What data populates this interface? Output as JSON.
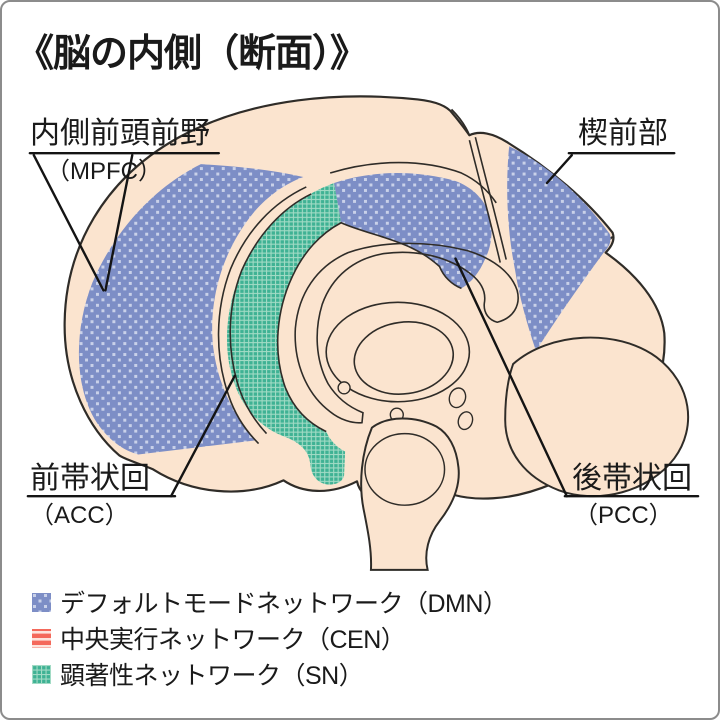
{
  "title": "《脳の内側（断面）》",
  "diagram": {
    "description": "medial view of brain (sagittal cross-section) with highlighted networks",
    "region_labels": [
      {
        "id": "mpfc",
        "name": "内側前頭前野",
        "abbr": "（MPFC）",
        "network": "DMN"
      },
      {
        "id": "precuneus",
        "name": "楔前部",
        "abbr": "",
        "network": "DMN"
      },
      {
        "id": "acc",
        "name": "前帯状回",
        "abbr": "（ACC）",
        "network": "SN"
      },
      {
        "id": "pcc",
        "name": "後帯状回",
        "abbr": "（PCC）",
        "network": "DMN"
      }
    ]
  },
  "legend": {
    "items": [
      {
        "label": "デフォルトモードネットワーク（DMN）",
        "network": "DMN",
        "swatch": "blue-dots",
        "color": "#7d8ec6"
      },
      {
        "label": "中央実行ネットワーク（CEN）",
        "network": "CEN",
        "swatch": "red-stripes",
        "color": "#f4695b"
      },
      {
        "label": "顕著性ネットワーク（SN）",
        "network": "SN",
        "swatch": "green-grid",
        "color": "#3fb294"
      }
    ]
  },
  "colors": {
    "background": "#ffffff",
    "frame_border": "#8c8c8c",
    "brain_fill": "#fbe4cf",
    "outline": "#2f2c28",
    "dmn_blue": "#7d8ec6",
    "dmn_dot": "#c9d1e9",
    "cen_red": "#f4695b",
    "cen_stripe": "#fde4dd",
    "sn_green": "#3fb294",
    "sn_grid": "#a2dbc5",
    "leader_line": "#141414"
  }
}
